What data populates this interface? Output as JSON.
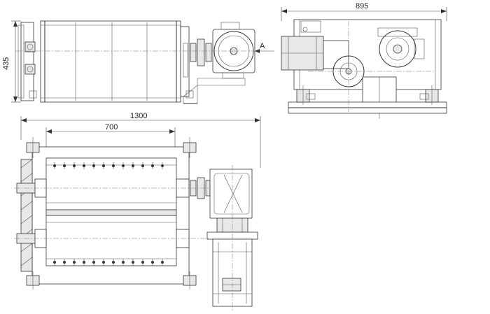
{
  "dimensions": {
    "height_side": "435",
    "width_end": "895",
    "total_length": "1300",
    "drum_length": "700"
  },
  "view_marker": "A"
}
